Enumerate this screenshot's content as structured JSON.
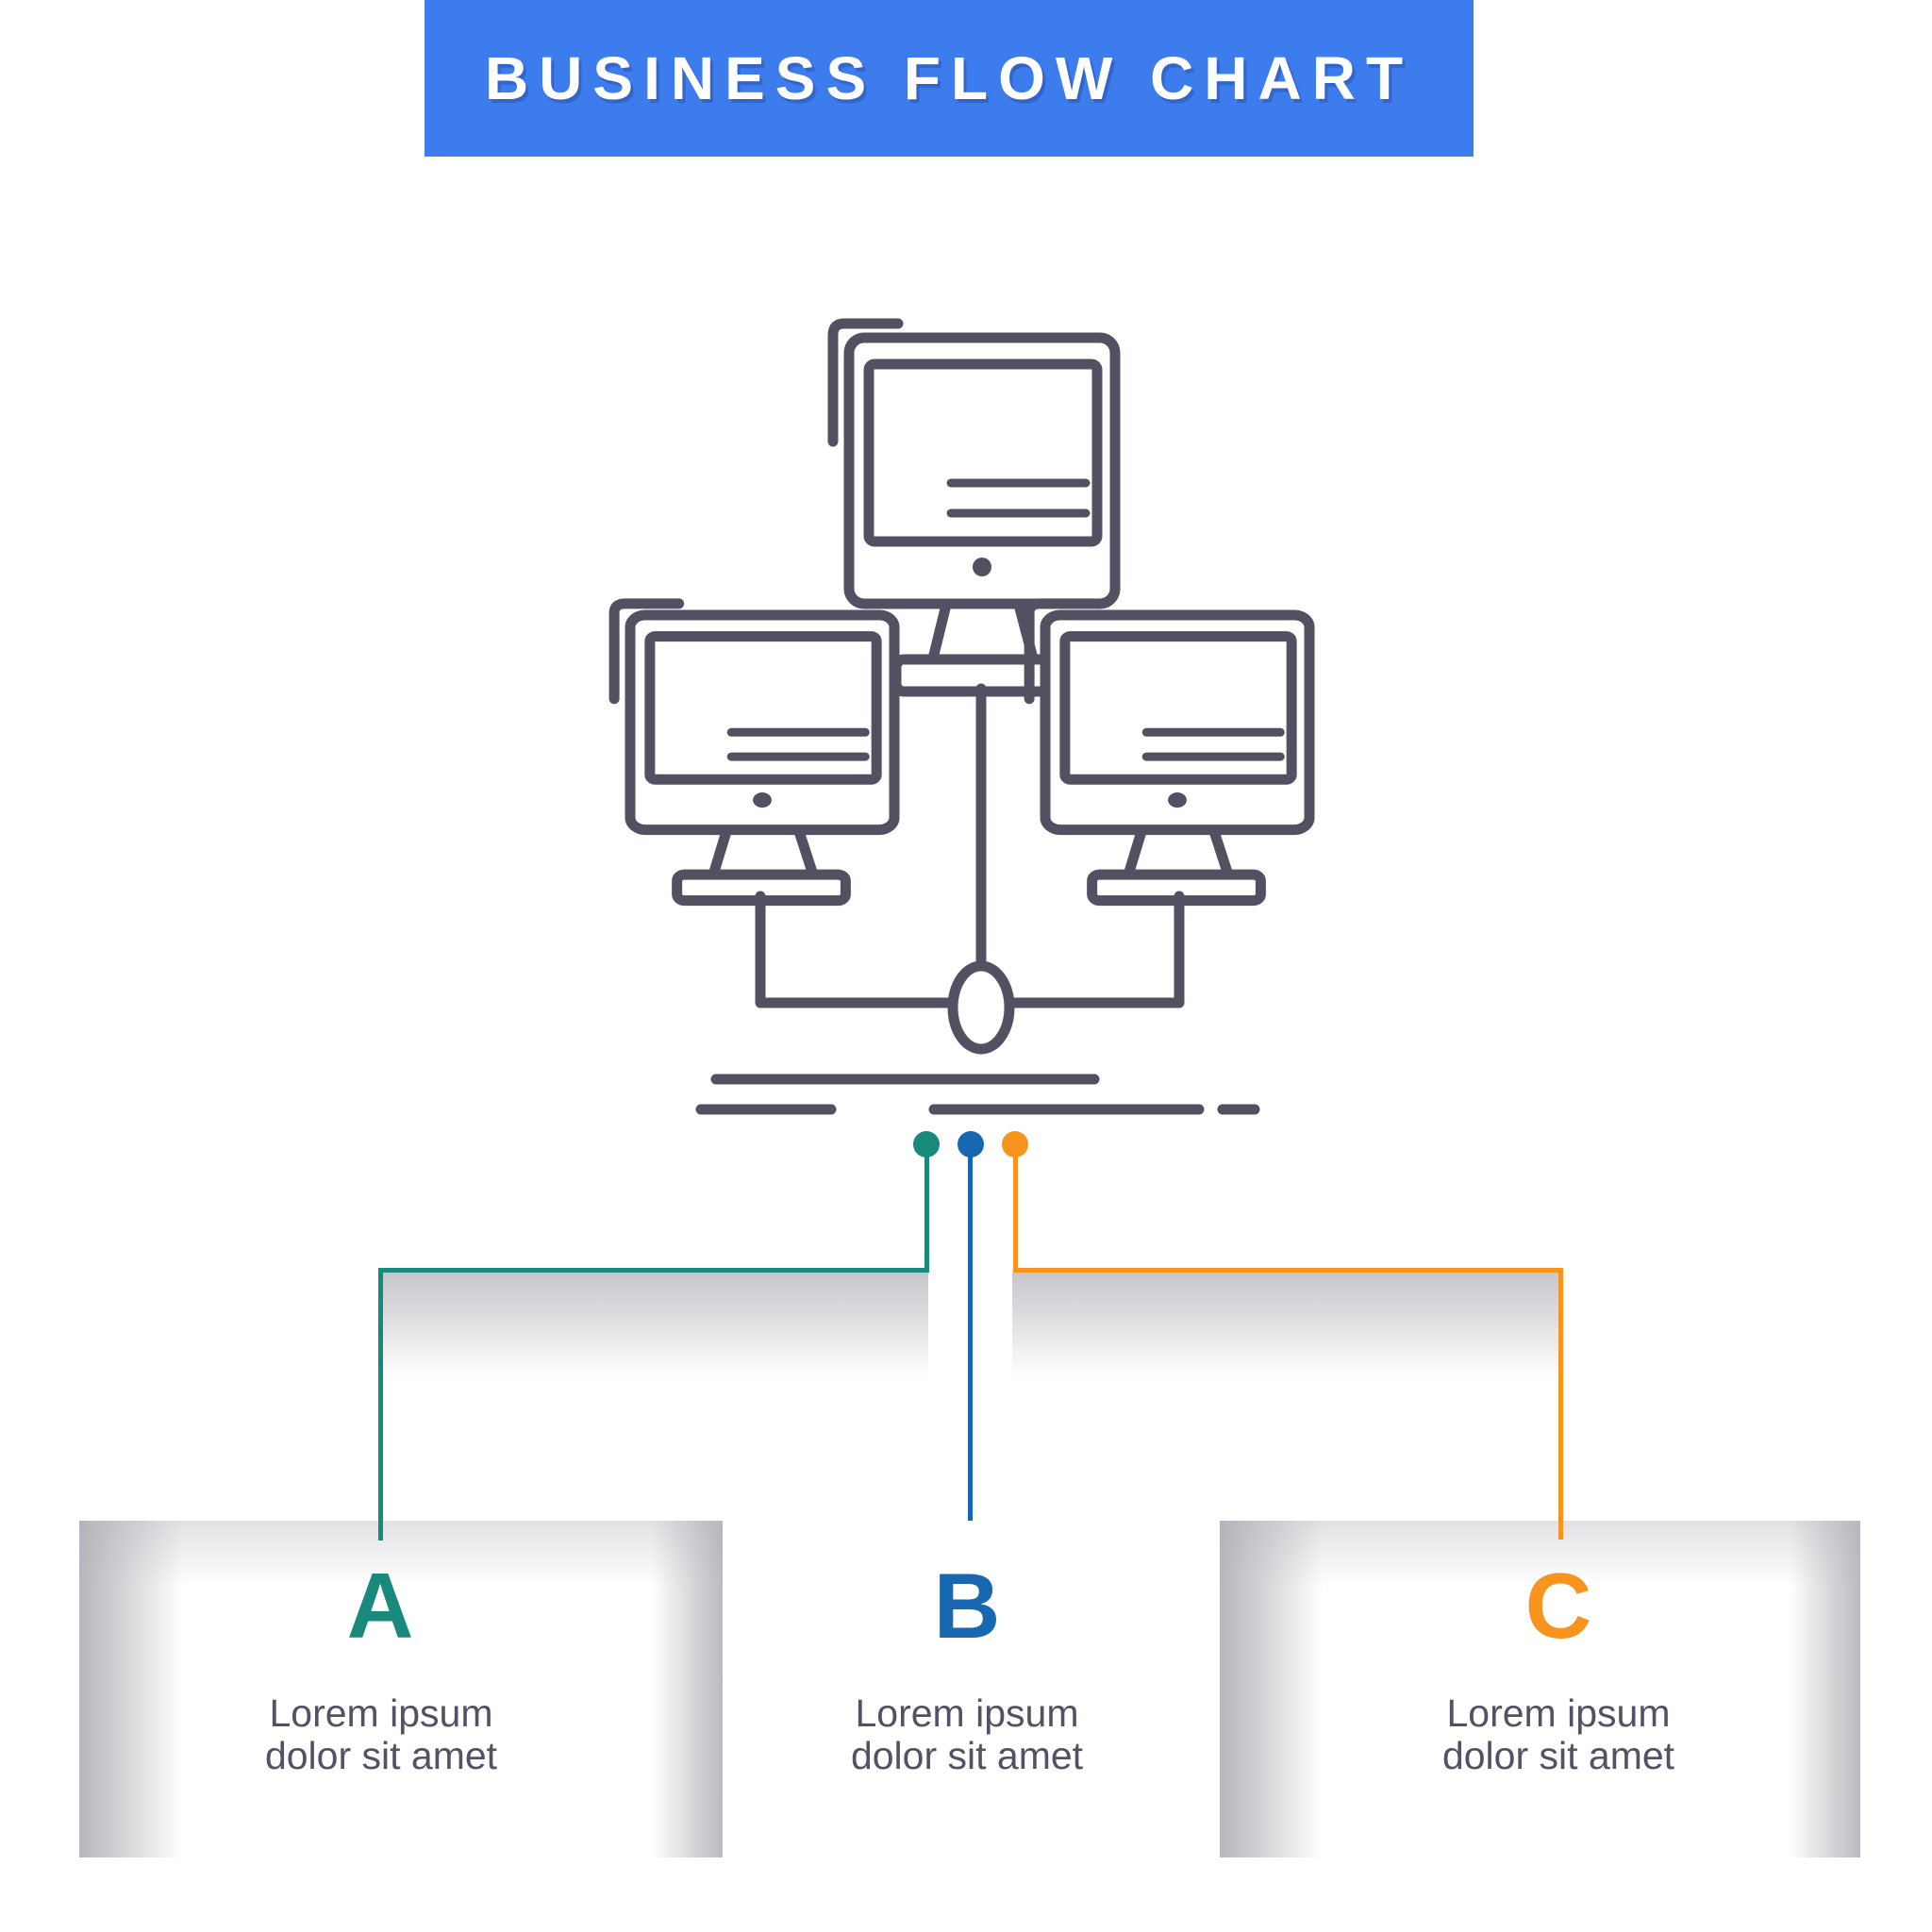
{
  "banner": {
    "title": "BUSINESS FLOW CHART",
    "background_color": "#3d7ced",
    "text_color": "#ffffff"
  },
  "icon": {
    "name": "networked-computers",
    "description": "three outlined desktop monitors connected by lines to a central circle node",
    "stroke_color": "#545061"
  },
  "connector_colors": {
    "teal": "#19897c",
    "blue": "#1767b1",
    "orange": "#f8941e"
  },
  "body_text_color": "#565064",
  "sections": [
    {
      "letter": "A",
      "color": "#19897c",
      "text_line1": "Lorem ipsum",
      "text_line2": "dolor sit amet"
    },
    {
      "letter": "B",
      "color": "#1767b1",
      "text_line1": "Lorem ipsum",
      "text_line2": "dolor sit amet"
    },
    {
      "letter": "C",
      "color": "#f8941e",
      "text_line1": "Lorem ipsum",
      "text_line2": "dolor sit amet"
    }
  ]
}
